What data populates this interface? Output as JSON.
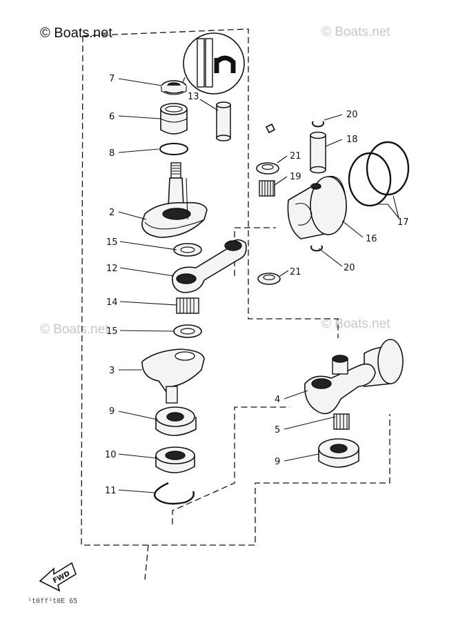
{
  "watermarks": {
    "main": "© Boats.net",
    "faint": "© Boats.net"
  },
  "labels": {
    "p2": "2",
    "p3": "3",
    "p4": "4",
    "p5": "5",
    "p6": "6",
    "p7": "7",
    "p8": "8",
    "p9a": "9",
    "p9b": "9",
    "p10": "10",
    "p11": "11",
    "p12": "12",
    "p13": "13",
    "p14": "14",
    "p15a": "15",
    "p15b": "15",
    "p16": "16",
    "p17": "17",
    "p18": "18",
    "p19": "19",
    "p20a": "20",
    "p20b": "20",
    "p21a": "21",
    "p21b": "21"
  },
  "fwd_badge": "FWD",
  "footer_code": "¹t0ff¹t0E 65"
}
